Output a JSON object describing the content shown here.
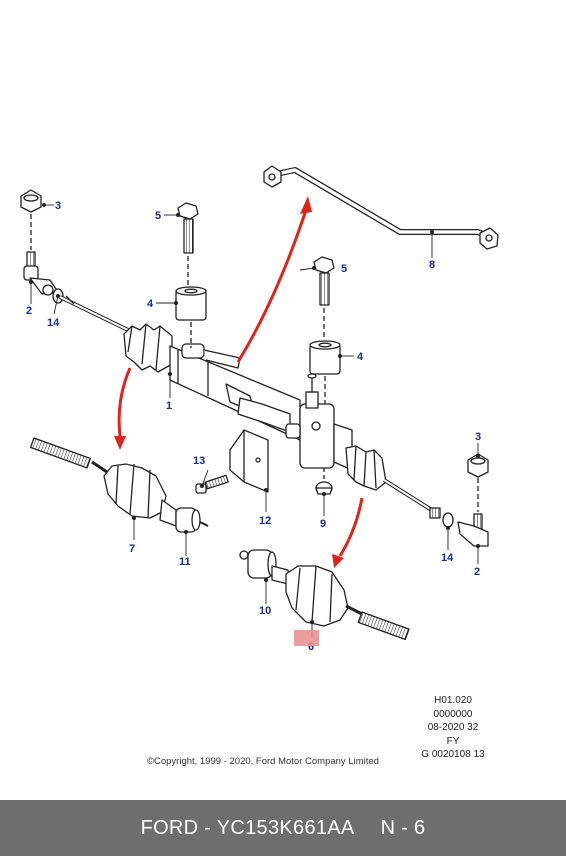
{
  "callouts": [
    {
      "id": "c1",
      "label": "1"
    },
    {
      "id": "c2a",
      "label": "2"
    },
    {
      "id": "c2b",
      "label": "2"
    },
    {
      "id": "c3a",
      "label": "3"
    },
    {
      "id": "c3b",
      "label": "3"
    },
    {
      "id": "c4a",
      "label": "4"
    },
    {
      "id": "c4b",
      "label": "4"
    },
    {
      "id": "c5a",
      "label": "5"
    },
    {
      "id": "c5b",
      "label": "5"
    },
    {
      "id": "c6",
      "label": "6"
    },
    {
      "id": "c7",
      "label": "7"
    },
    {
      "id": "c8",
      "label": "8"
    },
    {
      "id": "c9",
      "label": "9"
    },
    {
      "id": "c10",
      "label": "10"
    },
    {
      "id": "c11",
      "label": "11"
    },
    {
      "id": "c12",
      "label": "12"
    },
    {
      "id": "c13",
      "label": "13"
    },
    {
      "id": "c14a",
      "label": "14"
    },
    {
      "id": "c14b",
      "label": "14"
    }
  ],
  "meta_lines": [
    "H01.020",
    "0000000",
    "08-2020 32",
    "FY",
    "G 0020108 13"
  ],
  "copyright": "©Copyright, 1999 - 2020, Ford Motor Company Limited",
  "footer": {
    "brand_part": "FORD - YC153K661AA",
    "position": "N - 6"
  },
  "colors": {
    "callout": "#1a2a9c",
    "arrow": "#e0241b",
    "footer_bg": "#6e6e6e",
    "highlight": "#e88b8b"
  }
}
